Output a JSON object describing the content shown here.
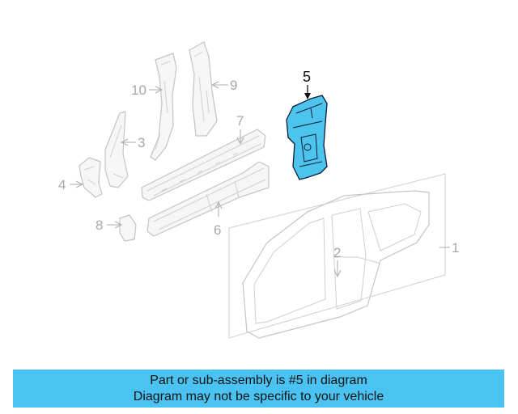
{
  "diagram": {
    "callouts": [
      "1",
      "2",
      "3",
      "4",
      "5",
      "6",
      "7",
      "8",
      "9",
      "10"
    ],
    "highlighted_part": "5",
    "colors": {
      "highlight_fill": "#4cc4ee",
      "highlight_stroke": "#0a1a33",
      "outline": "#c4c4c4"
    }
  },
  "banner": {
    "line1": "Part or sub-assembly is #5 in diagram",
    "line2": "Diagram may not be specific to your vehicle",
    "color": "#4bc3f2"
  }
}
